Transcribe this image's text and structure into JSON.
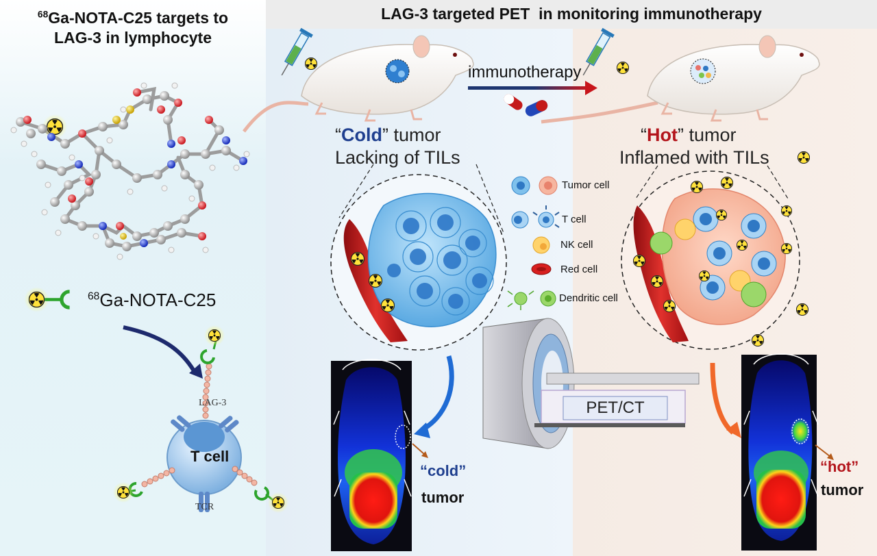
{
  "left_panel": {
    "title_sup": "68",
    "title_line1": "Ga-NOTA-C25 targets to",
    "title_line2": "LAG-3 in lymphocyte",
    "probe_sup": "68",
    "probe_label": "Ga-NOTA-C25",
    "lag3_label": "LAG-3",
    "tcell_label": "T cell",
    "tcr_label": "TCR"
  },
  "right_panel": {
    "title": "LAG-3 targeted PET  in monitoring immunotherapy",
    "arrow_label": "immunotherapy",
    "cold_quote_open": "“",
    "cold_word": "Cold",
    "cold_quote_close": "” tumor",
    "cold_sub": "Lacking of TILs",
    "hot_quote_open": "“",
    "hot_word": "Hot",
    "hot_quote_close": "” tumor",
    "hot_sub": "Inflamed with TILs",
    "scanner_label": "PET/CT",
    "cold_scan_word": "“cold”",
    "cold_scan_tumor": "tumor",
    "hot_scan_word": "“hot”",
    "hot_scan_tumor": "tumor"
  },
  "legend": [
    {
      "label": "Tumor cell"
    },
    {
      "label": "T cell"
    },
    {
      "label": "NK cell"
    },
    {
      "label": "Red cell"
    },
    {
      "label": "Dendritic cell"
    }
  ],
  "colors": {
    "cold_accent": "#1f3f8f",
    "hot_accent": "#b3141b",
    "left_bg": "#e6f4f8",
    "mid_bg": "#eef5fb",
    "right_bg": "#f6ece6",
    "title_bar": "#ececec"
  }
}
